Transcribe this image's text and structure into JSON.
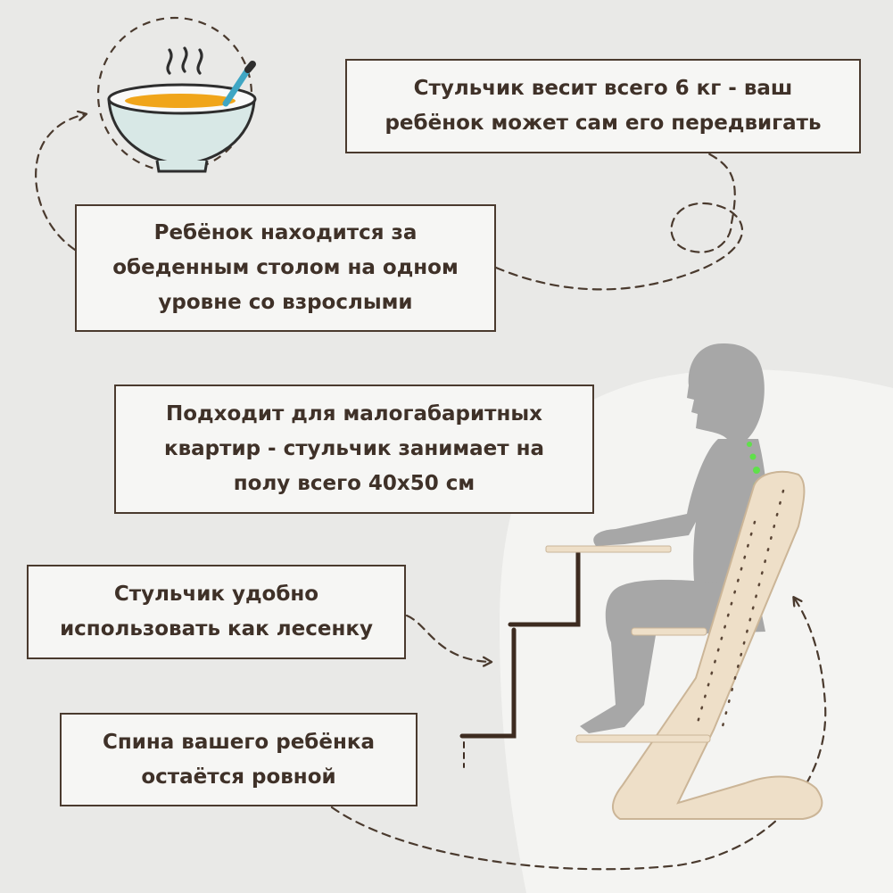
{
  "cards": {
    "weight": {
      "lines": [
        "Стульчик весит всего 6 кг - ваш",
        "ребёнок может сам его передвигать"
      ]
    },
    "table": {
      "lines": [
        "Ребёнок находится за",
        "обеденным столом на одном",
        "уровне со взрослыми"
      ]
    },
    "space": {
      "lines": [
        "Подходит для малогабаритных",
        "квартир - стульчик занимает на",
        "полу всего 40х50 см"
      ]
    },
    "ladder": {
      "lines": [
        "Стульчик удобно",
        "использовать как лесенку"
      ]
    },
    "back": {
      "lines": [
        "Спина вашего ребёнка",
        "остаётся ровной"
      ]
    }
  },
  "colors": {
    "background": "#e9e9e7",
    "text": "#3f3128",
    "border": "#4a3a2e",
    "silhouette": "#a7a7a7",
    "spine": "#5fe04a",
    "wood": "#eedfc8"
  },
  "icons": [
    "soup-bowl-icon",
    "child-silhouette-icon",
    "growing-chair-icon",
    "stairs-icon",
    "dashed-arrow-icon"
  ]
}
